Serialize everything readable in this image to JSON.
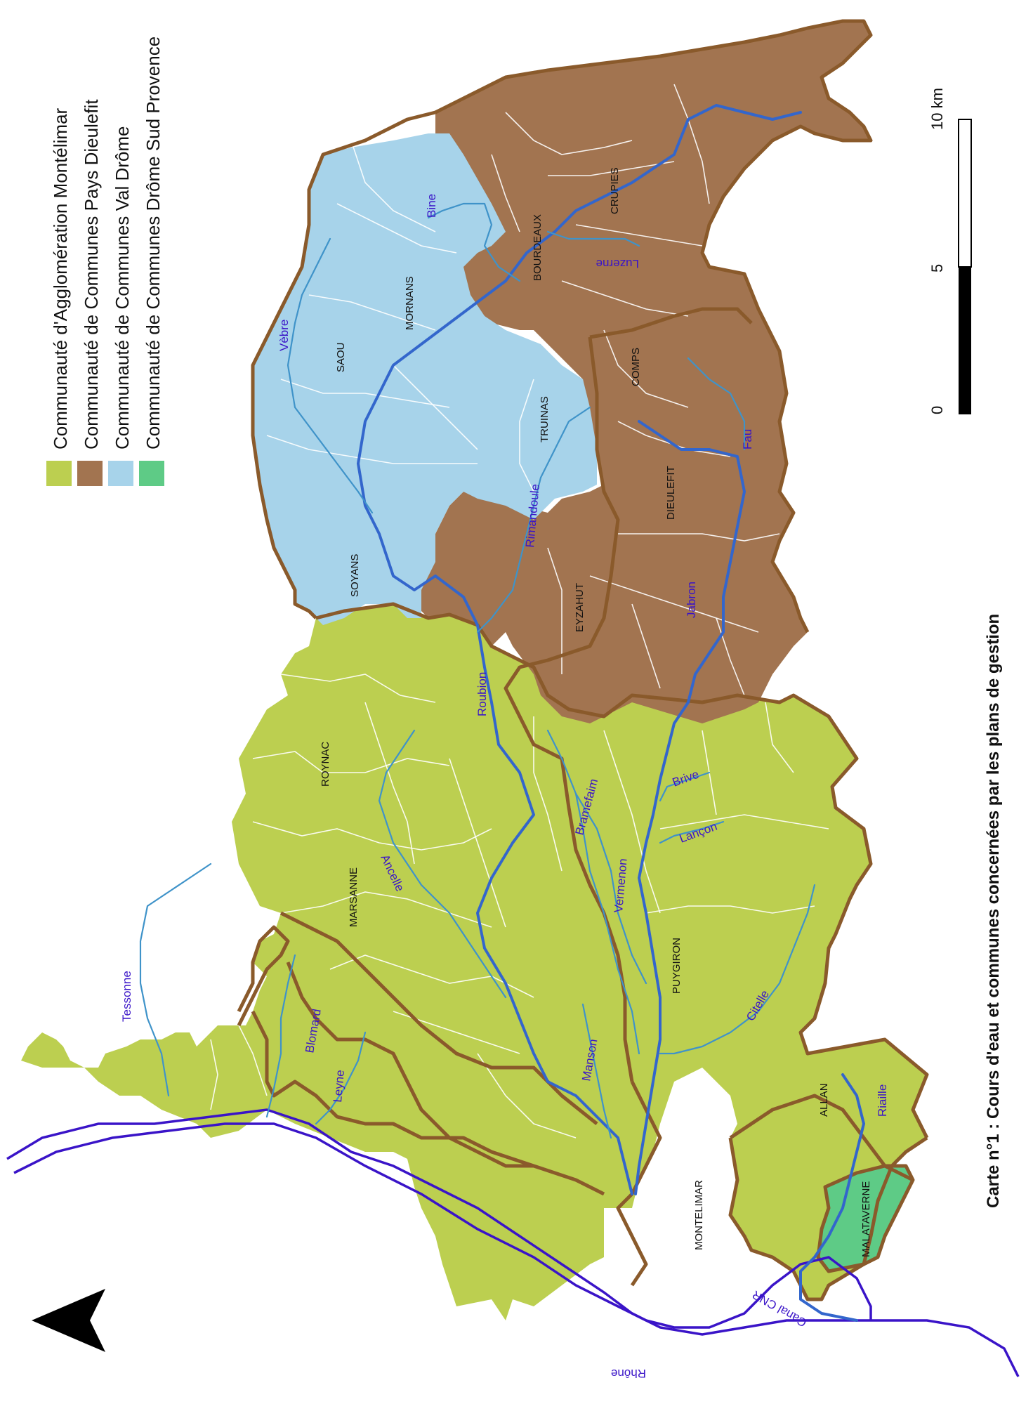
{
  "caption": "Carte n°1 : Cours d'eau et communes concernées par les plans de gestion",
  "legend": [
    {
      "label": "Communauté d'Agglomération Montélimar",
      "color": "#bccf50"
    },
    {
      "label": "Communauté de Communes Pays Dieulefit",
      "color": "#a27450"
    },
    {
      "label": "Communauté de Communes Val Drôme",
      "color": "#a7d3ea"
    },
    {
      "label": "Communauté de Communes Drôme Sud Provence",
      "color": "#5ecb86"
    }
  ],
  "colors": {
    "agglo_montelimar": "#bccf50",
    "pays_dieulefit": "#a27450",
    "val_drome": "#a7d3ea",
    "drome_sud_provence": "#5ecb86",
    "boundary": "#8a5a2b",
    "main_river": "#3366cc",
    "minor_river": "#3f93c9",
    "rhone": "#3a14c8",
    "river_label": "#3a14c8"
  },
  "scale_bar": {
    "ticks": [
      "0",
      "5",
      "10 km"
    ]
  },
  "north_arrow": "north-arrow-icon",
  "communes": {
    "roynac": "ROYNAC",
    "marsanne": "MARSANNE",
    "puygiron": "PUYGIRON",
    "montelimar": "MONTELIMAR",
    "allan": "ALLAN",
    "malataverne": "MALATAVERNE",
    "saou": "SAOU",
    "mornans": "MORNANS",
    "soyans": "SOYANS",
    "truinas": "TRUINAS",
    "bourdeaux": "BOURDEAUX",
    "crupies": "CRUPIES",
    "comps": "COMPS",
    "dieulefit": "DIEULEFIT",
    "eyzahut": "EYZAHUT"
  },
  "rivers": {
    "tessonne": "Tessonne",
    "blomard": "Blomard",
    "leyne": "Leyne",
    "ancelle": "Ancelle",
    "roubion": "Roubion",
    "manson": "Manson",
    "bramefaim": "Bramefaim",
    "vermenon": "Vermenon",
    "brive": "Brive",
    "lancon": "Lançon",
    "citelle": "Citelle",
    "riaille": "Riaille",
    "jabron": "Jabron",
    "fau": "Fau",
    "rimandoule": "Rimandoule",
    "vebre": "Vèbre",
    "bine": "Bine",
    "luzerne": "Luzerne",
    "rhone": "Rhône",
    "canal": "Canal CNR"
  }
}
